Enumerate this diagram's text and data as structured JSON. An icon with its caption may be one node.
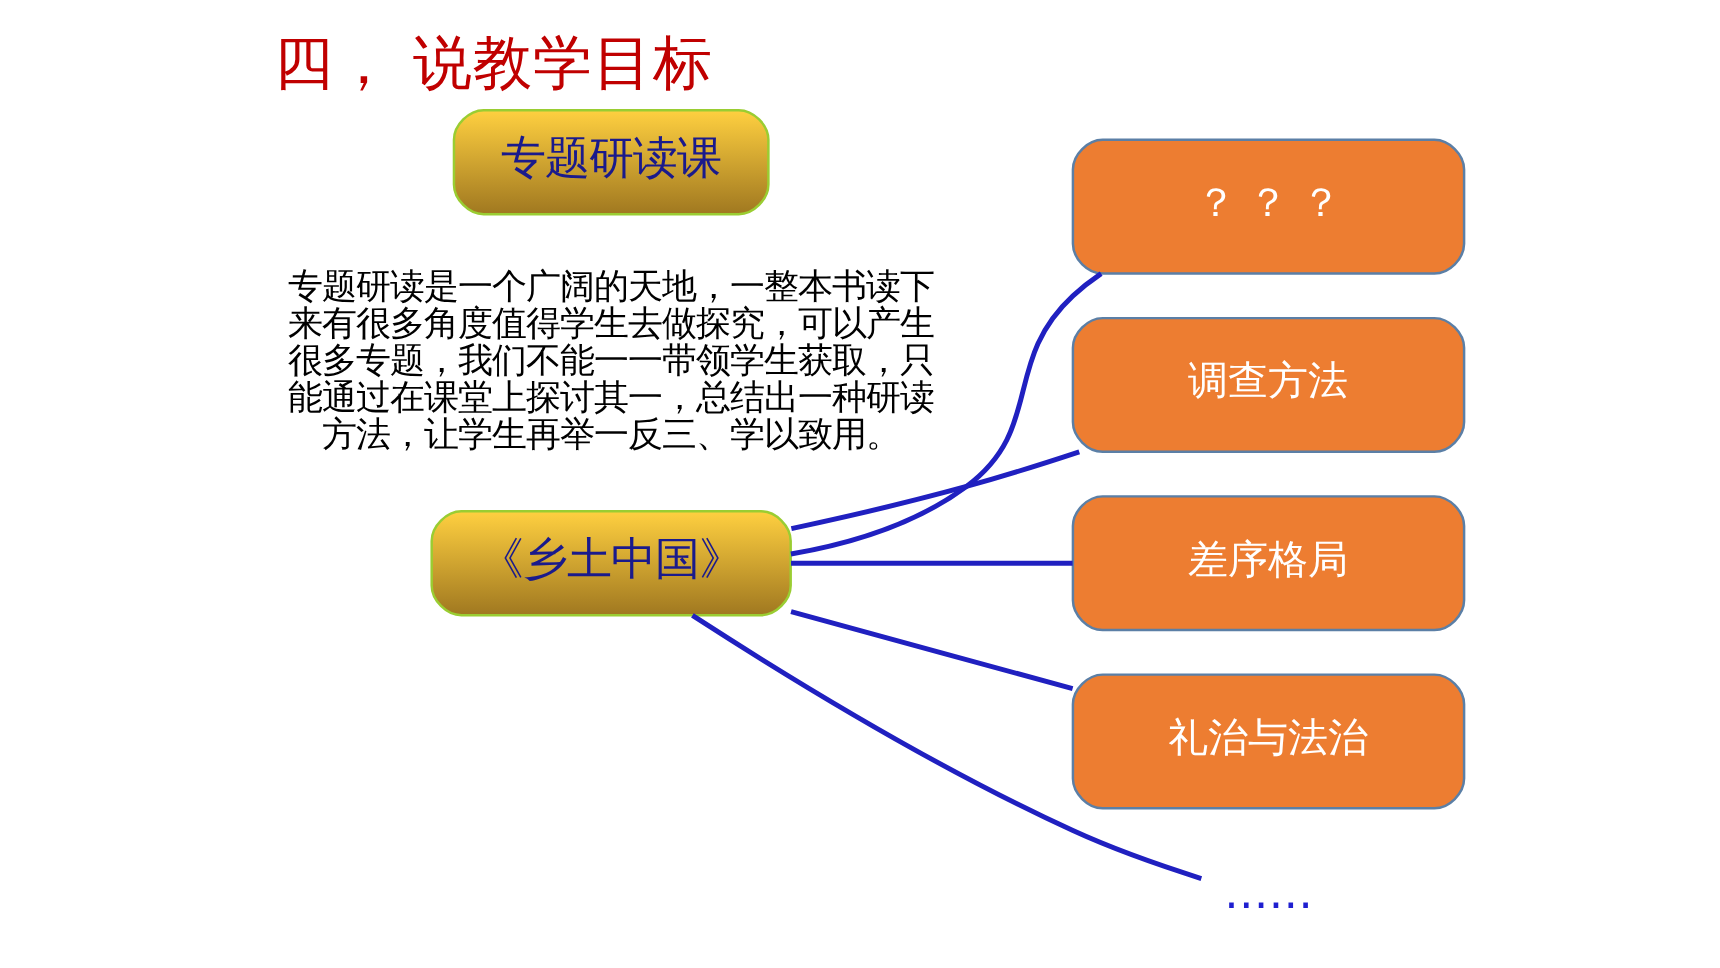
{
  "diagram": {
    "title": "四， 说教学目标",
    "nodes": [
      {
        "text": [
          "专题研读课"
        ]
      },
      {
        "text": [
          "《乡土中国》"
        ]
      },
      {
        "text": [
          "？ ？ ？"
        ]
      },
      {
        "text": [
          "调查方法"
        ]
      },
      {
        "text": [
          "差序格局"
        ]
      },
      {
        "text": [
          "礼治与法治"
        ]
      },
      {
        "text": [
          "……"
        ]
      }
    ],
    "edges": [
      {
        "from": 1,
        "to": 2,
        "arrow": "none"
      },
      {
        "from": 1,
        "to": 3,
        "arrow": "none"
      },
      {
        "from": 1,
        "to": 4,
        "arrow": "none"
      },
      {
        "from": 1,
        "to": 5,
        "arrow": "none"
      },
      {
        "from": 1,
        "to": 6,
        "arrow": "none"
      }
    ],
    "labels": [
      "专题研读是一个广阔的天地，一整本书读下来有很多角度值得学生去做探究，可以产生很多专题，我们不能一一带领学生获取，只能通过在课堂上探讨其一，总结出一种研读方法，让学生再举一反三、学以致用。"
    ]
  }
}
